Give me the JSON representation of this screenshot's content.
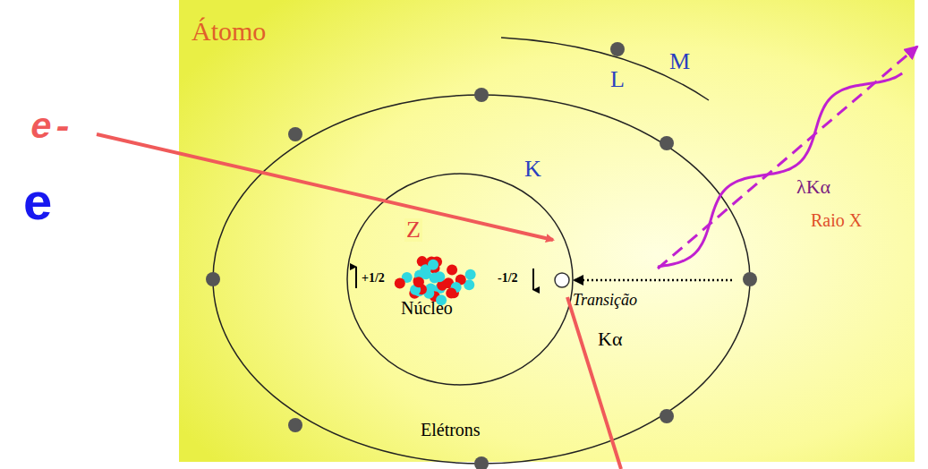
{
  "diagram": {
    "labels": [
      "e-",
      "e",
      "Átomo",
      "M",
      "L",
      "K",
      "Z",
      "+1/2",
      "-1/2",
      "Núcleo",
      "Transição",
      "Kα",
      "λKα",
      "Raio X",
      "Elétrons"
    ]
  }
}
